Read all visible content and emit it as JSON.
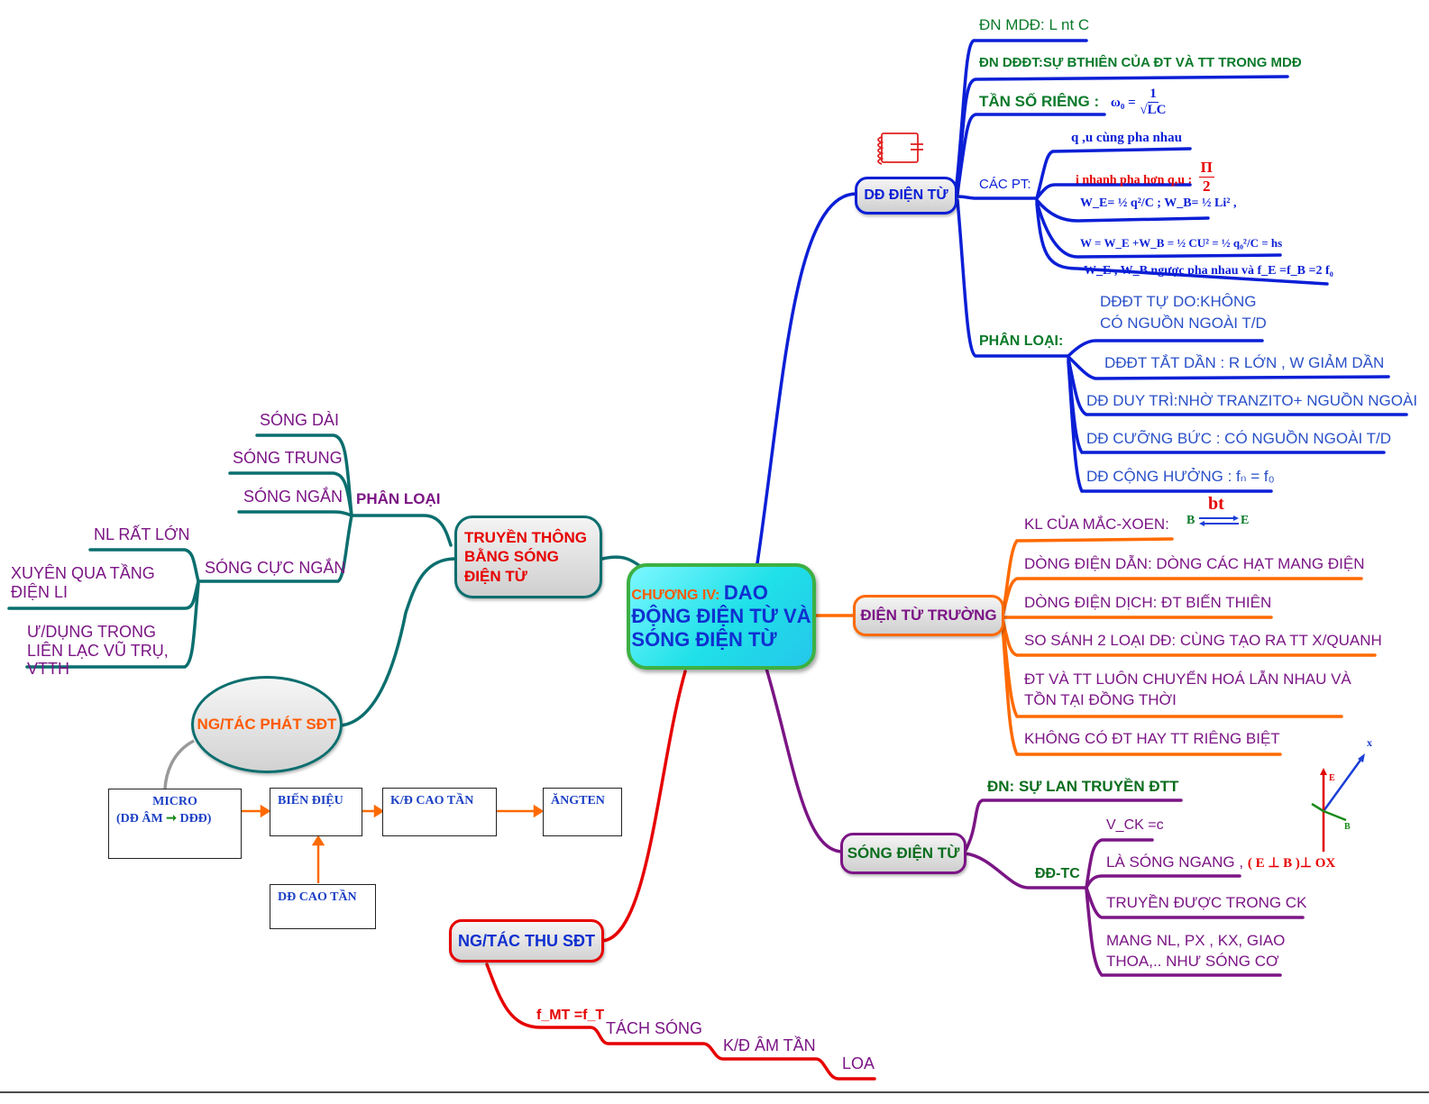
{
  "center": {
    "prefix": "CHƯƠNG IV:",
    "title_1": "DAO",
    "title_2": "ĐỘNG ĐIỆN TỪ VÀ",
    "title_3": "SÓNG ĐIỆN TỪ"
  },
  "dd_dien_tu": {
    "title": "DĐ ĐIỆN TỪ",
    "dn_mdd": "ĐN MDĐ: L nt C",
    "dn_dddt": "ĐN DĐĐT:SỰ BTHIÊN CỦA ĐT VÀ TT TRONG MDĐ",
    "tan_so_label": "TẦN SỐ RIÊNG :",
    "tan_so_lhs": "ω₀ =",
    "tan_so_num": "1",
    "tan_so_den": "√LC",
    "cac_pt": "CÁC PT:",
    "pt_1": "q ,u  cùng pha nhau",
    "pt_2": "i nhanh pha hơn q,u  :",
    "pt_2_num": "Π",
    "pt_2_den": "2",
    "pt_3": "W_E= ½ q²/C ; W_B= ½ Li² ,",
    "pt_4": "W = W_E +W_B = ½ CU² = ½ q₀²/C = hs",
    "pt_5": "W_E , W_B ngược pha nhau và f_E =f_B =2 f₀",
    "phan_loai": "PHÂN LOẠI:",
    "pl_1a": "DĐĐT TỰ DO:KHÔNG",
    "pl_1b": "CÓ NGUỒN NGOÀI T/D",
    "pl_2": "DĐĐT TẮT  DẦN : R LỚN , W GIẢM DẦN",
    "pl_3": "DĐ DUY TRÌ:NHỜ TRANZITO+ NGUỒN NGOÀI",
    "pl_4": "DĐ CƯỠNG BỨC : CÓ NGUỒN NGOÀI T/D",
    "pl_5": "DĐ CỘNG HƯỞNG : fₙ = f₀"
  },
  "dien_tu_truong": {
    "title": "ĐIỆN TỪ TRƯỜNG",
    "kl": "KL CỦA MẮC-XOEN:",
    "kl_bt": "bt",
    "kl_b": "B",
    "kl_e": "E",
    "i2": "DÒNG ĐIỆN DẪN: DÒNG CÁC HẠT MANG ĐIỆN",
    "i3": "DÒNG ĐIỆN DỊCH:  ĐT BIẾN THIÊN",
    "i4": "SO SÁNH 2 LOẠI DĐ: CÙNG TẠO RA TT X/QUANH",
    "i5a": "ĐT VÀ TT LUÔN CHUYỂN HOÁ LẪN NHAU VÀ",
    "i5b": "TỒN TẠI ĐỒNG THỜI",
    "i6": "KHÔNG CÓ ĐT HAY TT RIÊNG BIỆT"
  },
  "song_dien_tu": {
    "title": "SÓNG ĐIỆN TỪ",
    "dn": "ĐN: SỰ LAN TRUYỀN  ĐTT",
    "ddtc": "ĐĐ-TC",
    "c1": "V_CK =c",
    "c2": "LÀ SÓNG NGANG ,",
    "c2_math": "( E  ⊥ B  )⊥ OX",
    "c3": "TRUYỀN ĐƯỢC TRONG CK",
    "c4a": "MANG NL, PX , KX, GIAO",
    "c4b": "THOA,.. NHƯ SÓNG CƠ",
    "axis_x": "x",
    "axis_e": "E",
    "axis_b": "B"
  },
  "ng_tac_thu": {
    "title": "NG/TÁC THU SĐT",
    "cond": "f_MT =f_T",
    "s1": "TÁCH SÓNG",
    "s2": "K/Đ ÂM TẦN",
    "s3": "LOA"
  },
  "truyen_thong": {
    "title": "TRUYỀN THÔNG BẰNG SÓNG ĐIỆN TỪ",
    "phan_loai": "PHÂN LOẠI",
    "s1": "SÓNG DÀI",
    "s2": "SÓNG TRUNG",
    "s3": "SÓNG NGẮN",
    "s4": "SÓNG CỰC NGẮN",
    "s4_1": "NL RẤT LỚN",
    "s4_2": "XUYÊN QUA TẦNG ĐIỆN LI",
    "s4_3": "Ư/DỤNG TRONG LIÊN LẠC VŨ TRỤ, VTTH"
  },
  "ng_tac_phat": {
    "title": "NG/TÁC PHÁT SĐT",
    "micro_1": "MICRO",
    "micro_2": "(DĐ ÂM",
    "micro_3": "DĐĐ)",
    "bien_dieu": "BIẾN ĐIỆU",
    "kd_cao_tan": "K/Đ CAO TẦN",
    "angten": "ĂNGTEN",
    "dd_cao_tan": "DĐ CAO TẦN"
  },
  "colors": {
    "blue": "#0b1fd6",
    "orange": "#ff6a00",
    "purple": "#7b1585",
    "red": "#e60000",
    "teal": "#0b6e6e",
    "green": "#2a9a2a"
  }
}
